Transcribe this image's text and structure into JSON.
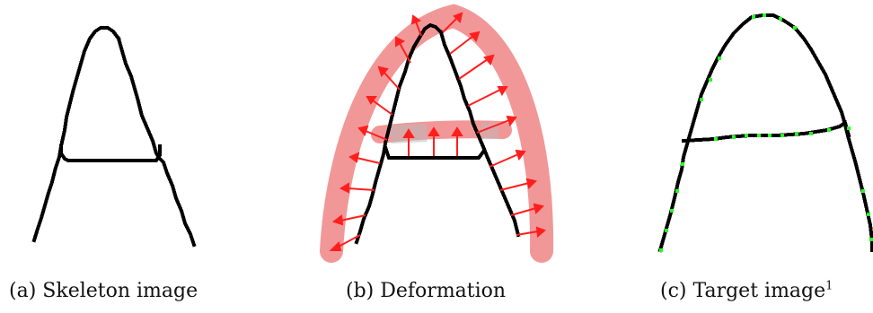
{
  "figure": {
    "panels": [
      {
        "id": "a",
        "label": "(a)",
        "caption": "Skeleton image"
      },
      {
        "id": "b",
        "label": "(b)",
        "caption": "Deformation"
      },
      {
        "id": "c",
        "label": "(c)",
        "caption": "Target image",
        "footnote_mark": "1"
      }
    ]
  },
  "colors": {
    "stroke": "#000000",
    "deformation_band": "#f08080",
    "arrows": "#ff0000",
    "target_dots": "#22ff22"
  }
}
